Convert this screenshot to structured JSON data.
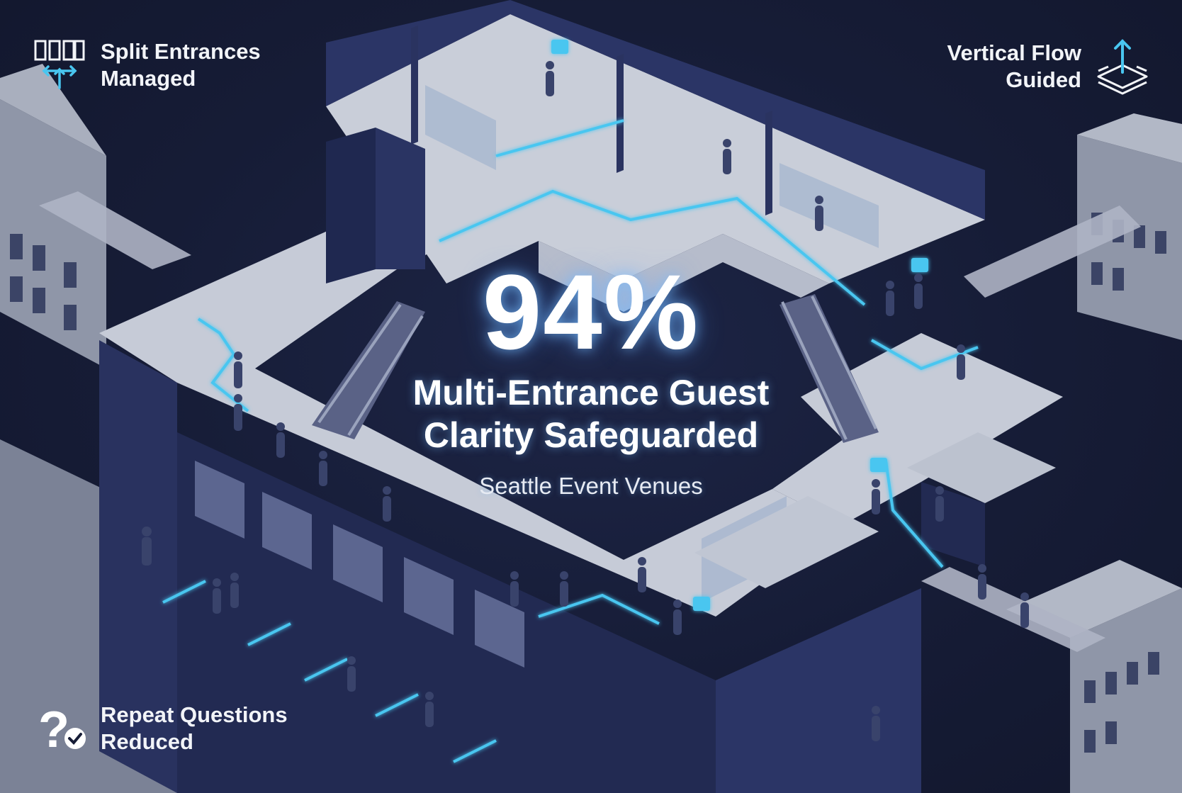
{
  "headline_stat": {
    "value": "94%",
    "title_line1": "Multi-Entrance Guest",
    "title_line2": "Clarity Safeguarded",
    "subtitle": "Seattle Event Venues"
  },
  "corner_labels": {
    "top_left": {
      "line1": "Split Entrances",
      "line2": "Managed",
      "icon": "split-entrance-icon"
    },
    "top_right": {
      "line1": "Vertical Flow",
      "line2": "Guided",
      "icon": "stacked-layers-arrow-icon"
    },
    "bottom_left": {
      "line1": "Repeat Questions",
      "line2": "Reduced",
      "icon": "question-check-icon"
    }
  },
  "colors": {
    "background": "#161c36",
    "floor": "#c9ced9",
    "wall": "#27315e",
    "accent_cyan": "#49c6f0",
    "text": "#ffffff"
  }
}
